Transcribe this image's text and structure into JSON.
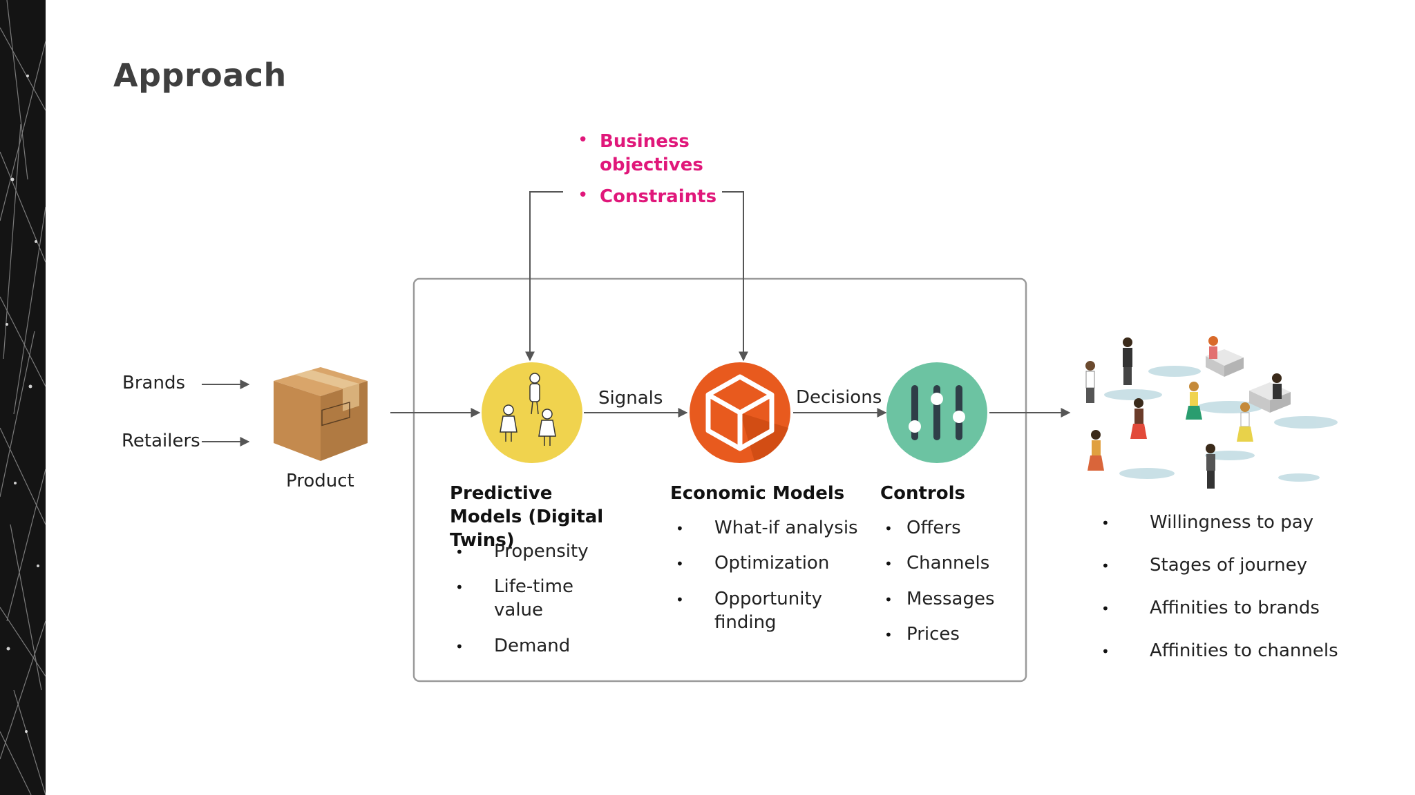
{
  "slide": {
    "title": "Approach"
  },
  "objectives": {
    "items": [
      "Business objectives",
      "Constraints"
    ]
  },
  "inputs": {
    "brands": "Brands",
    "retailers": "Retailers",
    "product": "Product"
  },
  "flow": {
    "signals": "Signals",
    "decisions": "Decisions"
  },
  "predictive": {
    "title": "Predictive Models (Digital Twins)",
    "items": [
      "Propensity",
      "Life-time value",
      "Demand"
    ]
  },
  "economic": {
    "title": "Economic Models",
    "items": [
      "What-if analysis",
      "Optimization",
      "Opportunity finding"
    ]
  },
  "controls": {
    "title": "Controls",
    "items": [
      "Offers",
      "Channels",
      "Messages",
      "Prices"
    ]
  },
  "customers": {
    "items": [
      "Willingness to pay",
      "Stages of journey",
      "Affinities to brands",
      "Affinities to channels"
    ]
  },
  "colors": {
    "accent": "#e0177a",
    "predictive_circle": "#f0d34e",
    "economic_circle": "#e85a1e",
    "controls_circle": "#6cc3a2",
    "box_stroke": "#9a9a9a",
    "arrow": "#555555"
  },
  "icons": {
    "product": "cardboard-box-icon",
    "predictive": "people-icon",
    "economic": "cube-icon",
    "controls": "sliders-icon",
    "customers": "crowd-illustration"
  }
}
